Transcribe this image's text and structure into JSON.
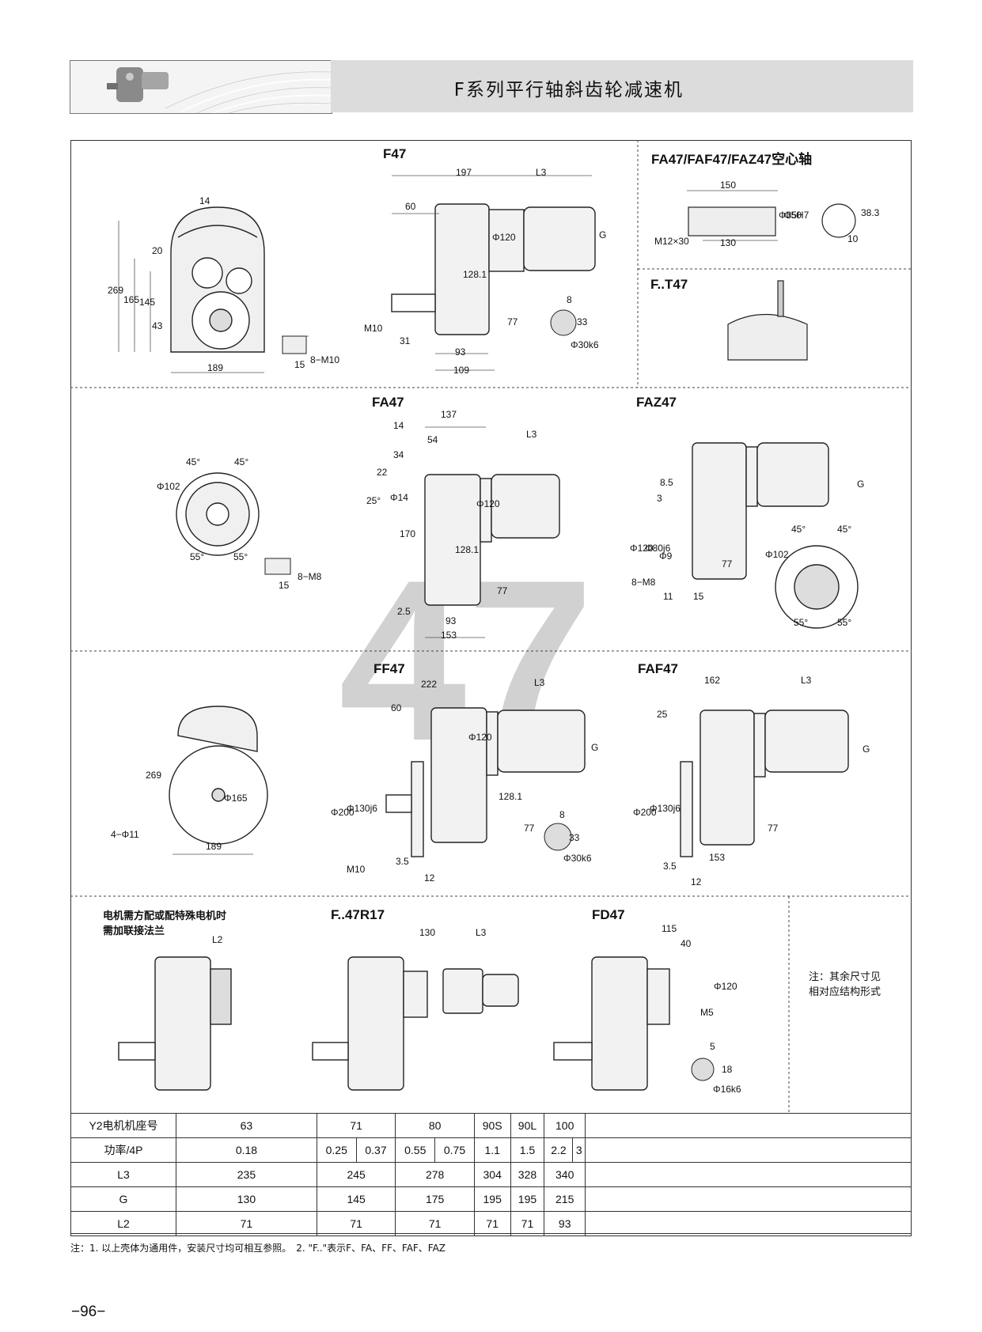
{
  "header": {
    "title": "F系列平行轴斜齿轮减速机"
  },
  "watermark": "47",
  "views": {
    "f47": "F47",
    "fa_hollow": "FA47/FAF47/FAZ47空心轴",
    "ft47": "F..T47",
    "fa47": "FA47",
    "faz47": "FAZ47",
    "ff47": "FF47",
    "faf47": "FAF47",
    "fr": "F..47R17",
    "fd47": "FD47"
  },
  "notes": {
    "motor_line1": "电机需方配或配特殊电机时",
    "motor_line2": "需加联接法兰",
    "other_line1": "注：其余尺寸见",
    "other_line2": "相对应结构形式"
  },
  "dims": {
    "d14": "14",
    "d269": "269",
    "d165": "165",
    "d145": "145",
    "d20": "20",
    "d43": "43",
    "d189": "189",
    "d15": "15",
    "d8m10": "8−M10",
    "d197": "197",
    "dL3": "L3",
    "d60": "60",
    "dG": "G",
    "dphi120": "Φ120",
    "d1281": "128.1",
    "dm10": "M10",
    "d31": "31",
    "d93": "93",
    "d109": "109",
    "d77": "77",
    "d8": "8",
    "d33": "33",
    "dphi30k6": "Φ30k6",
    "d150": "150",
    "dm12x30": "M12×30",
    "d130": "130",
    "dphi35h7": "Φ35H7",
    "dphi50": "Φ50",
    "d383": "38.3",
    "d10": "10",
    "dang45": "45°",
    "dang55": "55°",
    "dphi102": "Φ102",
    "d8m8": "8−M8",
    "d137": "137",
    "d54": "54",
    "d34": "34",
    "d22": "22",
    "d25": "25°",
    "dphi14": "Φ14",
    "d170": "170",
    "d25b": "2.5",
    "d153": "153",
    "d85": "8.5",
    "d3": "3",
    "dphi80j6": "Φ80j6",
    "dphi9": "Φ9",
    "d11": "11",
    "d222": "222",
    "dphi200": "Φ200",
    "dphi130j6": "Φ130j6",
    "d35": "3.5",
    "d12": "12",
    "dphi165": "Φ165",
    "d4phi11": "4−Φ11",
    "d162": "162",
    "d25c": "25",
    "dL2": "L2",
    "d115": "115",
    "d40": "40",
    "dm5": "M5",
    "d5": "5",
    "d18": "18",
    "dphi16k6": "Φ16k6"
  },
  "table": {
    "rows": [
      {
        "h": "Y2电机机座号",
        "cells": [
          "63",
          "71",
          "80",
          "90S",
          "90L",
          "100"
        ]
      },
      {
        "h": "功率/4P",
        "cells": [
          "0.18",
          "0.25",
          "0.37",
          "0.55",
          "0.75",
          "1.1",
          "1.5",
          "2.2",
          "3"
        ]
      },
      {
        "h": "L3",
        "cells": [
          "235",
          "245",
          "278",
          "304",
          "328",
          "340"
        ]
      },
      {
        "h": "G",
        "cells": [
          "130",
          "145",
          "175",
          "195",
          "195",
          "215"
        ]
      },
      {
        "h": "L2",
        "cells": [
          "71",
          "71",
          "71",
          "71",
          "71",
          "93"
        ]
      }
    ]
  },
  "footnote": "注：1. 以上壳体为通用件，安装尺寸均可相互参照。　2. \"F..\"表示F、FA、FF、FAF、FAZ",
  "page_number": "−96−"
}
